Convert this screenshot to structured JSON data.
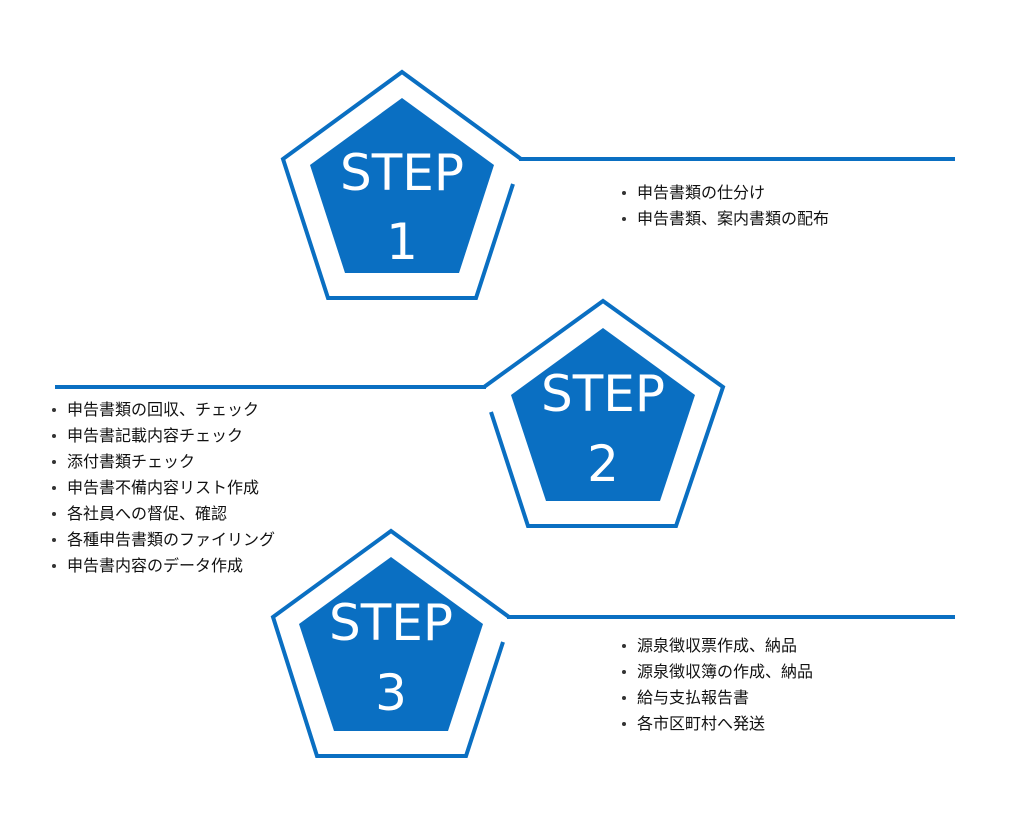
{
  "colors": {
    "accent": "#0a6fc2",
    "background": "#ffffff",
    "text": "#111111"
  },
  "steps": [
    {
      "title": "STEP",
      "number": "1",
      "items": [
        "申告書類の仕分け",
        "申告書類、案内書類の配布"
      ]
    },
    {
      "title": "STEP",
      "number": "2",
      "items": [
        "申告書類の回収、チェック",
        "申告書記載内容チェック",
        "添付書類チェック",
        "申告書不備内容リスト作成",
        "各社員への督促、確認",
        "各種申告書類のファイリング",
        "申告書内容のデータ作成"
      ]
    },
    {
      "title": "STEP",
      "number": "3",
      "items": [
        "源泉徴収票作成、納品",
        "源泉徴収簿の作成、納品",
        "給与支払報告書",
        "各市区町村へ発送"
      ]
    }
  ]
}
